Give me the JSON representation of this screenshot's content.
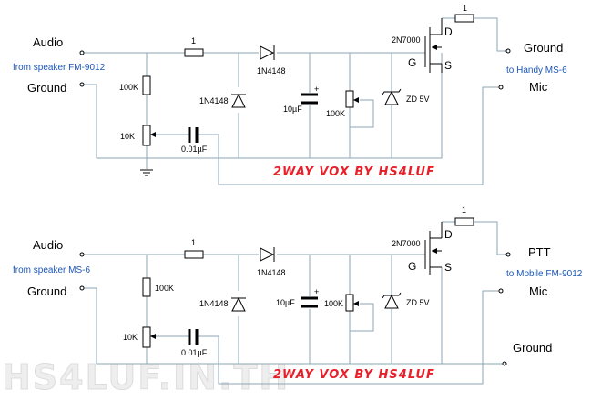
{
  "watermark": "HS4LUF.IN.TH",
  "circuits": [
    {
      "in_labels": {
        "audio": "Audio",
        "from": "from speaker FM-9012",
        "ground": "Ground"
      },
      "parts": {
        "r_series": "1",
        "diode": "1N4148",
        "r_bias": "100K",
        "diode2": "1N4148",
        "cap": "10µF",
        "cap_plus": "+",
        "pot_big": "100K",
        "zener": "ZD 5V",
        "pot": "10K",
        "cap_small": "0.01µF",
        "fet": "2N7000",
        "gate": "G",
        "drain": "D",
        "source": "S",
        "r_out": "1"
      },
      "out_labels": {
        "top": "Ground",
        "to": "to Handy MS-6",
        "bottom": "Mic"
      },
      "banner": "2WAY VOX BY HS4LUF"
    },
    {
      "in_labels": {
        "audio": "Audio",
        "from": "from speaker MS-6",
        "ground": "Ground"
      },
      "parts": {
        "r_series": "1",
        "diode": "1N4148",
        "r_bias": "100K",
        "diode2": "1N4148",
        "cap": "10µF",
        "cap_plus": "+",
        "pot_big": "100K",
        "zener": "ZD 5V",
        "pot": "10K",
        "cap_small": "0.01µF",
        "fet": "2N7000",
        "gate": "G",
        "drain": "D",
        "source": "S",
        "r_out": "1"
      },
      "out_labels": {
        "top": "PTT",
        "to": "to Mobile FM-9012",
        "bottom": "Mic",
        "extra": "Ground"
      },
      "banner": "2WAY VOX BY HS4LUF"
    }
  ]
}
